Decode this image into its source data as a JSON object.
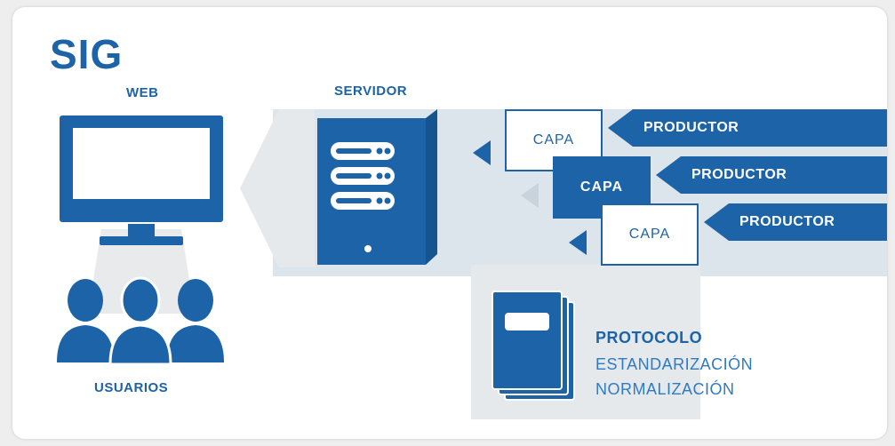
{
  "title": "SIG",
  "labels": {
    "web": "WEB",
    "servidor": "SERVIDOR",
    "usuarios": "USUARIOS"
  },
  "layers": [
    {
      "capa": "CAPA",
      "productor": "PRODUCTOR"
    },
    {
      "capa": "CAPA",
      "productor": "PRODUCTOR"
    },
    {
      "capa": "CAPA",
      "productor": "PRODUCTOR"
    }
  ],
  "protocol": {
    "title": "PROTOCOLO",
    "line1": "ESTANDARIZACIÓN",
    "line2": "NORMALIZACIÓN"
  },
  "colors": {
    "primary": "#1d63a8",
    "dark": "#15548f",
    "band": "#dde5ec",
    "panel": "#e6e9ec"
  },
  "icons": [
    "monitor-icon",
    "users-icon",
    "server-icon",
    "book-icon",
    "arrow-left-icon"
  ]
}
